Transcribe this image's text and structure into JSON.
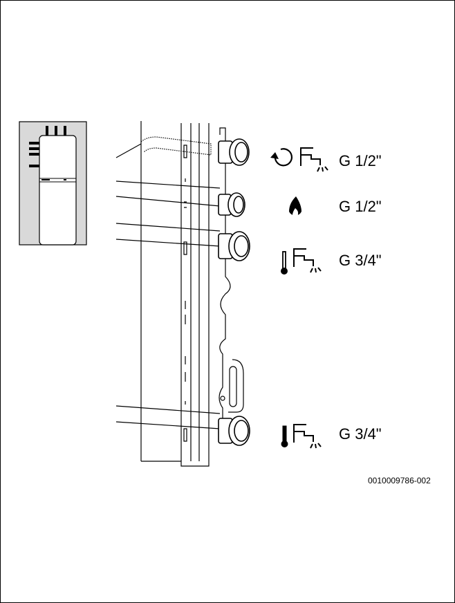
{
  "figure_id": "0010009786-002",
  "connections": [
    {
      "icons": [
        "circulation-arrow-icon",
        "hot-water-tap-icon"
      ],
      "thread": "G 1/2\""
    },
    {
      "icons": [
        "gas-flame-icon"
      ],
      "thread": "G 1/2\""
    },
    {
      "icons": [
        "thermometer-icon",
        "hot-water-tap-icon"
      ],
      "thread": "G 3/4\""
    },
    {
      "icons": [
        "thermometer-icon",
        "cold-water-tap-icon"
      ],
      "thread": "G 3/4\""
    }
  ],
  "colors": {
    "line": "#000000",
    "fill": "#ffffff",
    "inset_bg": "#d9d9d9"
  }
}
